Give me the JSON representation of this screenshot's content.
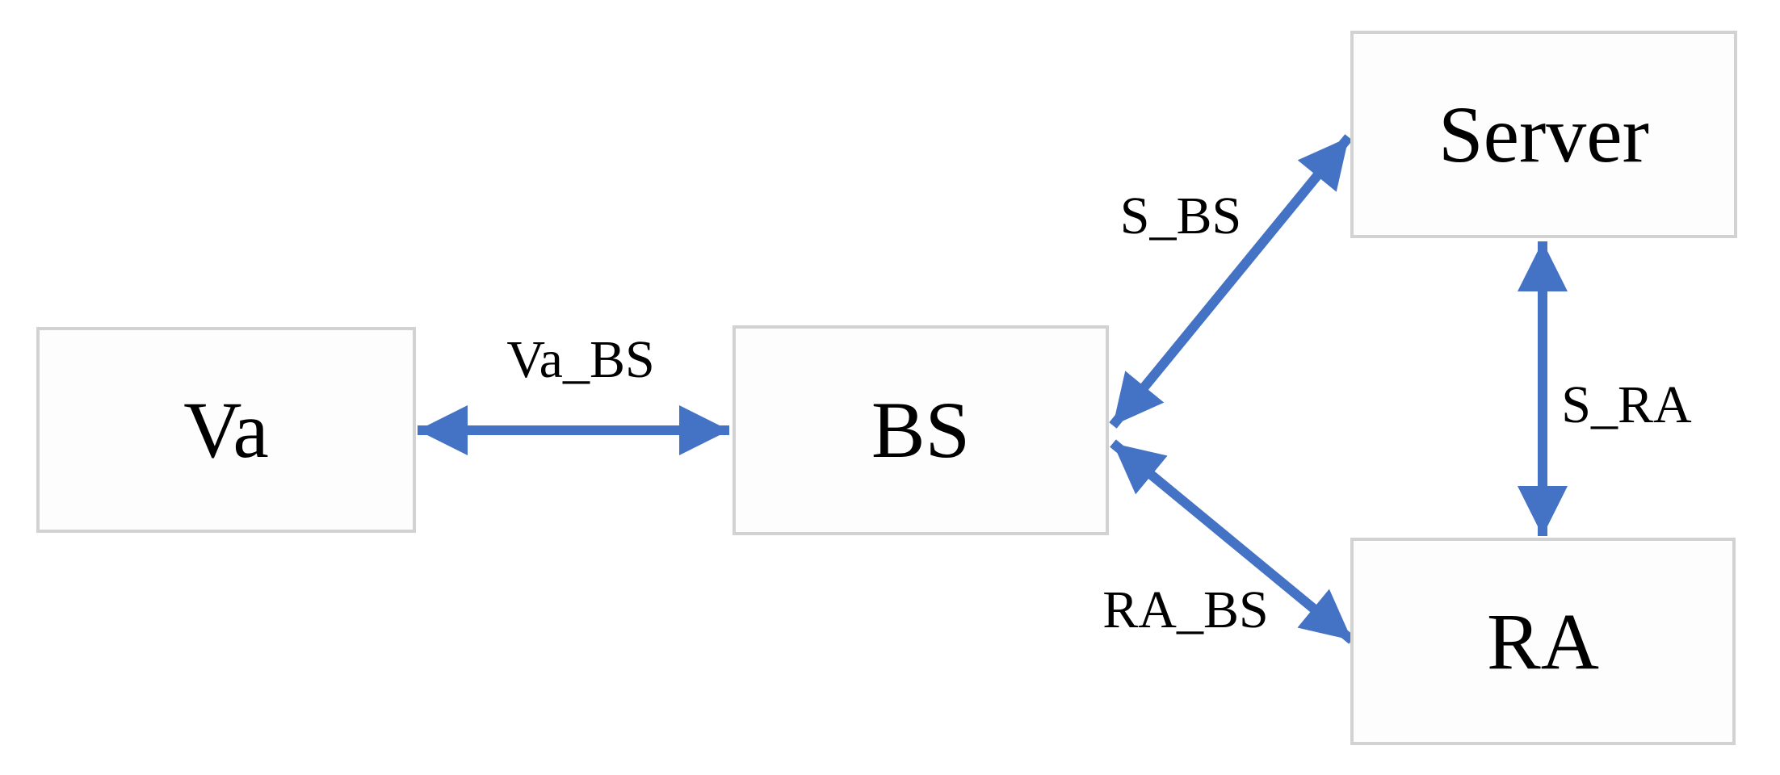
{
  "diagram": {
    "colors": {
      "arrow": "#4472C4",
      "box_border": "#D2D2D2",
      "box_fill": "#FDFDFD",
      "text": "#000000",
      "background": "#FFFFFF"
    },
    "nodes": [
      {
        "id": "va",
        "label": "Va"
      },
      {
        "id": "bs",
        "label": "BS"
      },
      {
        "id": "server",
        "label": "Server"
      },
      {
        "id": "ra",
        "label": "RA"
      }
    ],
    "edges": [
      {
        "id": "va-bs",
        "label": "Va_BS",
        "from": "Va",
        "to": "BS",
        "direction": "bidirectional"
      },
      {
        "id": "s-bs",
        "label": "S_BS",
        "from": "Server",
        "to": "BS",
        "direction": "bidirectional"
      },
      {
        "id": "ra-bs",
        "label": "RA_BS",
        "from": "RA",
        "to": "BS",
        "direction": "bidirectional"
      },
      {
        "id": "s-ra",
        "label": "S_RA",
        "from": "Server",
        "to": "RA",
        "direction": "bidirectional"
      }
    ]
  }
}
